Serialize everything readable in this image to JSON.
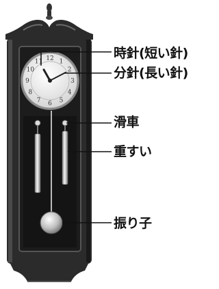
{
  "labels": {
    "hour_hand": "時針(短い針)",
    "minute_hand": "分針(長い針)",
    "pulley": "滑車",
    "weight": "重すい",
    "pendulum": "振り子"
  },
  "dial_numerals": [
    "12",
    "1",
    "2",
    "3",
    "4",
    "5",
    "6",
    "7",
    "8",
    "9",
    "10",
    "11"
  ],
  "colors": {
    "case": "#2b2b2b",
    "case_highlight": "#5a5a5a",
    "dial": "#f2f2f2",
    "metal": "#c9c9c9",
    "text": "#111111"
  }
}
